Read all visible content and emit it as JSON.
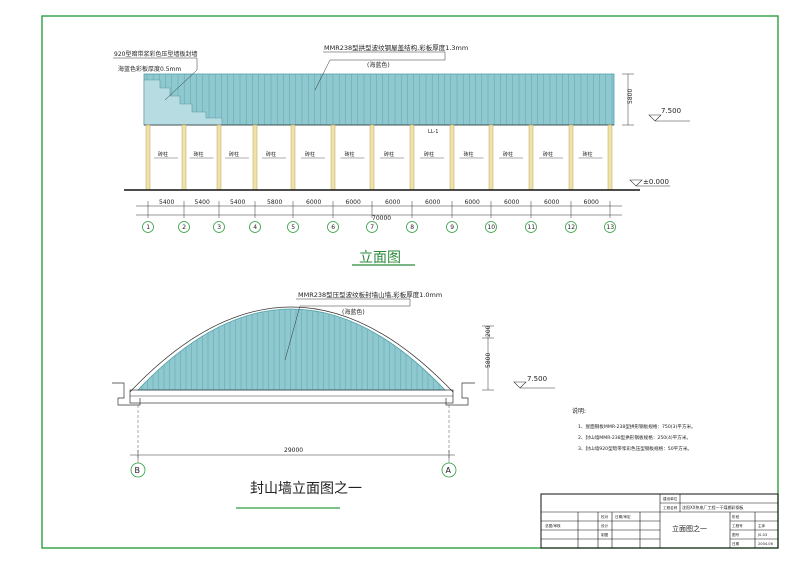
{
  "colors": {
    "frame": "#2e9e3e",
    "roof": "#8fc9cf",
    "roof_line": "#4f9fa8",
    "column": "#e8d28a",
    "text": "#222222"
  },
  "elevation": {
    "title": "立面图",
    "note_left": "920型暗带浆彩色压型墙板封墙",
    "note_left_color": "海蓝色彩板厚度0.5mm",
    "note_right": "MMR238型拱型波纹钢屋盖结构,彩板厚度1.3mm",
    "note_right_color": "(海蓝色)",
    "column_label": "砖柱",
    "beam_tag": "LL-1",
    "height_dim": "5800",
    "elev_top": "7.500",
    "elev_ground": "±0.000",
    "spans": [
      "5400",
      "5400",
      "5400",
      "5800",
      "6000",
      "6000",
      "6000",
      "6000",
      "6000",
      "6000",
      "6000",
      "6000"
    ],
    "total": "70000",
    "axes": [
      "1",
      "2",
      "3",
      "4",
      "5",
      "6",
      "7",
      "8",
      "9",
      "10",
      "11",
      "12",
      "13"
    ]
  },
  "gable": {
    "title": "封山墙立面图之一",
    "note": "MMR238型压型波纹板封墙山墙,彩板厚度1.0mm",
    "note_color": "(海蓝色)",
    "dim_top": "200",
    "height_dim": "5800",
    "elev": "7.500",
    "width": "29000",
    "axis_left": "B",
    "axis_right": "A"
  },
  "notes": {
    "heading": "说明:",
    "items": [
      "1、屋面钢板MMR-238型拱形钢板规格：750(3)平方米。",
      "2、封山墙MMR-238型拱形钢板规格：250(4)平方米。",
      "3、封山墙920型暗带浆彩色压型钢板规格：50平方米。"
    ]
  },
  "title_block": {
    "row1": "建设单位",
    "row2": "工程名称",
    "project": "沈阳XX热电厂工程—干煤棚彩钢板",
    "drawing_name": "立面图之一",
    "left_cells": [
      "总图/审核",
      "校对",
      "设计",
      "制图"
    ],
    "mid_cells": [
      "日期/审定",
      "审核",
      "校对",
      "设计",
      "制图"
    ],
    "right_labels": [
      "工程号",
      "图号",
      "日期"
    ],
    "right_values": [
      "主体",
      "JS-03",
      "2004.06"
    ],
    "right_heading": "阶段"
  }
}
